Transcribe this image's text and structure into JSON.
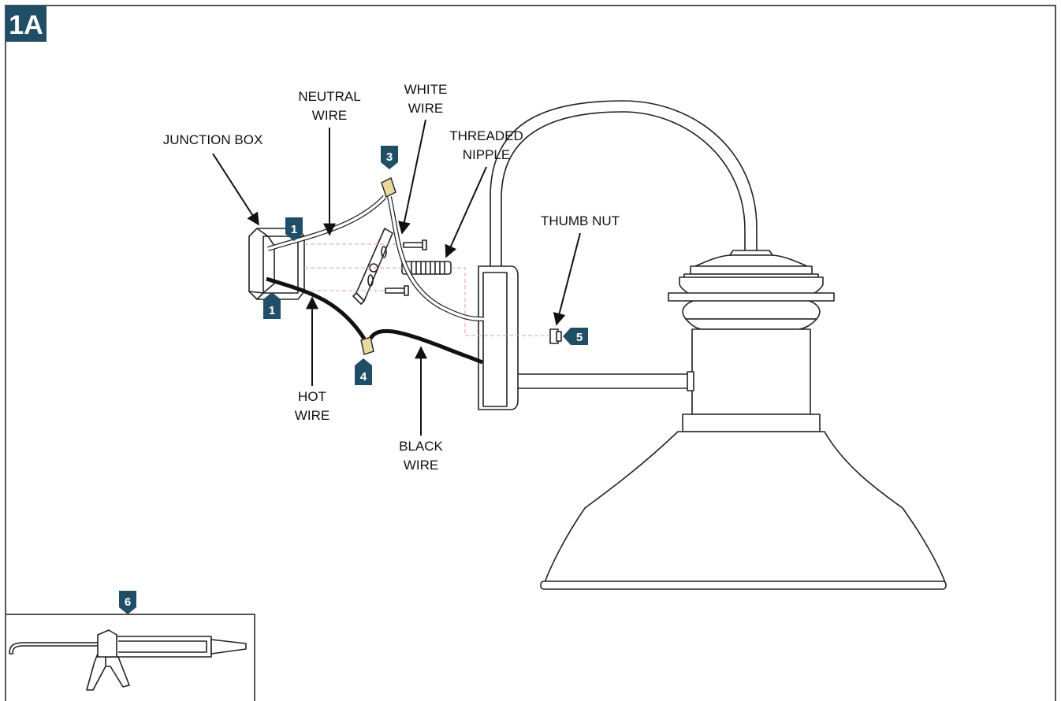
{
  "step_label": "1A",
  "colors": {
    "badge": "#1f4e66",
    "frame": "#555555",
    "connector": "#e8d9a0",
    "black_wire": "#111111",
    "guide_line": "#e8a0a0"
  },
  "labels": {
    "junction_box": "JUNCTION BOX",
    "neutral_wire": [
      "NEUTRAL",
      "WIRE"
    ],
    "white_wire": [
      "WHITE",
      "WIRE"
    ],
    "threaded_nipple": [
      "THREADED",
      "NIPPLE"
    ],
    "thumb_nut": "THUMB NUT",
    "hot_wire": [
      "HOT",
      "WIRE"
    ],
    "black_wire": [
      "BLACK",
      "WIRE"
    ]
  },
  "callouts": [
    "1",
    "1",
    "3",
    "4",
    "5",
    "6"
  ],
  "inset": {
    "depicts": "caulk-gun-icon"
  }
}
